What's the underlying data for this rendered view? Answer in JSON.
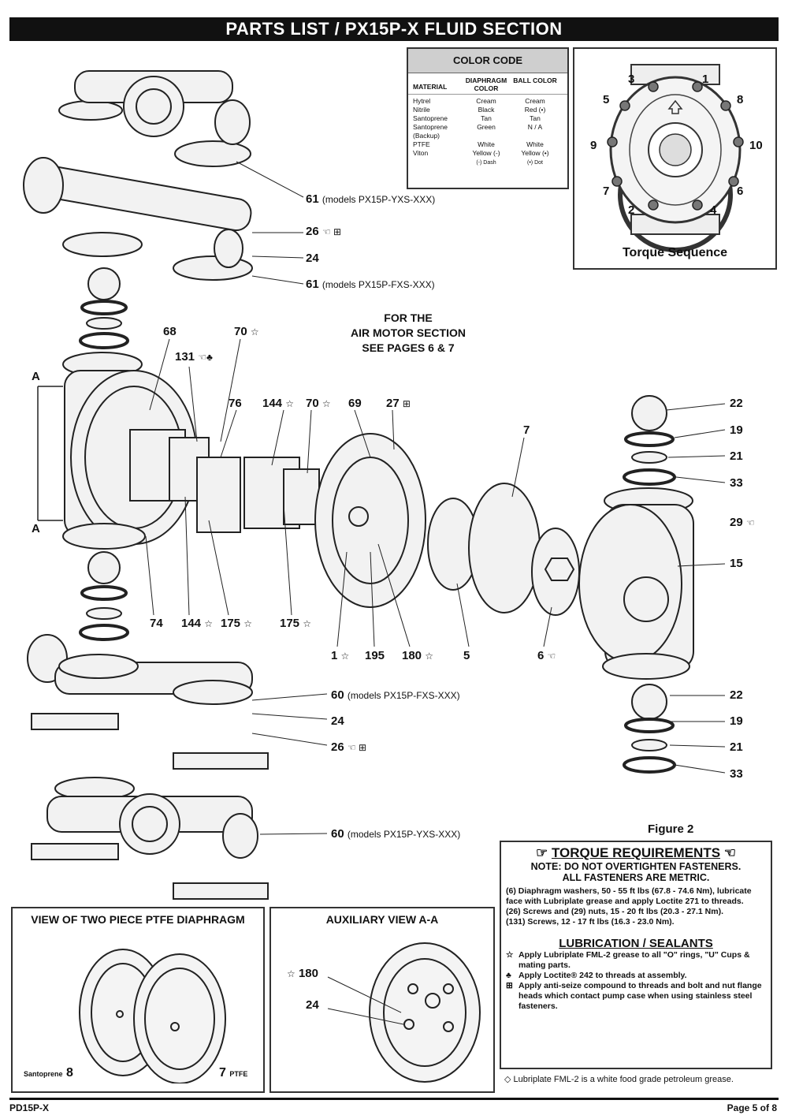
{
  "title": "PARTS LIST / PX15P-X FLUID SECTION",
  "color_code": {
    "heading": "COLOR CODE",
    "col_material": "MATERIAL",
    "col_diaphragm": "DIAPHRAGM COLOR",
    "col_ball": "BALL COLOR",
    "rows": [
      {
        "material": "Hytrel",
        "diaphragm": "Cream",
        "ball": "Cream"
      },
      {
        "material": "Nitrile",
        "diaphragm": "Black",
        "ball": "Red (•)"
      },
      {
        "material": "Santoprene",
        "diaphragm": "Tan",
        "ball": "Tan"
      },
      {
        "material": "Santoprene (Backup)",
        "diaphragm": "Green",
        "ball": "N / A"
      },
      {
        "material": "PTFE",
        "diaphragm": "White",
        "ball": "White"
      },
      {
        "material": "Viton",
        "diaphragm": "Yellow (-)",
        "ball": "Yellow (•)"
      }
    ],
    "note_dash": "(-) Dash",
    "note_dot": "(•) Dot"
  },
  "torque_sequence": {
    "caption": "Torque Sequence",
    "numbers": [
      "1",
      "2",
      "3",
      "4",
      "5",
      "6",
      "7",
      "8",
      "9",
      "10"
    ]
  },
  "air_motor_note": [
    "FOR THE",
    "AIR MOTOR SECTION",
    "SEE PAGES 6 & 7"
  ],
  "callouts": {
    "c61a": "61",
    "c61a_model": "(models PX15P-YXS-XXX)",
    "c26a": "26",
    "c24a": "24",
    "c61b": "61",
    "c61b_model": "(models PX15P-FXS-XXX)",
    "c68": "68",
    "c70a": "70",
    "c131": "131",
    "c76": "76",
    "c144a": "144",
    "c70b": "70",
    "c69": "69",
    "c27": "27",
    "c7": "7",
    "c22a": "22",
    "c19a": "19",
    "c21a": "21",
    "c33a": "33",
    "c29": "29",
    "c15": "15",
    "cA1": "A",
    "cA2": "A",
    "c74": "74",
    "c144b": "144",
    "c175a": "175",
    "c175b": "175",
    "c1": "1",
    "c195": "195",
    "c180": "180",
    "c5": "5",
    "c6": "6",
    "c60a": "60",
    "c60a_model": "(models PX15P-FXS-XXX)",
    "c24b": "24",
    "c26b": "26",
    "c22b": "22",
    "c19b": "19",
    "c21b": "21",
    "c33b": "33",
    "c60b": "60",
    "c60b_model": "(models PX15P-YXS-XXX)"
  },
  "figure_label": "Figure 2",
  "torque_requirements": {
    "heading": "TORQUE REQUIREMENTS",
    "note1": "NOTE: DO NOT OVERTIGHTEN FASTENERS.",
    "note2": "ALL FASTENERS ARE METRIC.",
    "items": [
      "(6) Diaphragm washers, 50 - 55 ft lbs (67.8 - 74.6 Nm), lubricate face with Lubriplate grease and apply Loctite 271 to threads.",
      "(26) Screws and (29) nuts, 15 - 20 ft lbs (20.3 - 27.1 Nm).",
      "(131) Screws, 12 - 17 ft lbs (16.3 - 23.0 Nm)."
    ],
    "lub_heading": "LUBRICATION / SEALANTS",
    "lub_items": [
      {
        "sym": "☆",
        "text": "Apply Lubriplate FML-2 grease to all \"O\" rings, \"U\" Cups & mating parts."
      },
      {
        "sym": "♣",
        "text": "Apply Loctite® 242 to threads at assembly."
      },
      {
        "sym": "⊞",
        "text": "Apply anti-seize compound to threads and bolt and nut flange heads which contact pump case when using stainless steel fasteners."
      }
    ]
  },
  "lubriplate_note": "◇ Lubriplate FML-2 is a white food grade petroleum grease.",
  "ptfe_view": {
    "title": "VIEW OF TWO PIECE PTFE DIAPHRAGM",
    "left_label": "Santoprene",
    "left_num": "8",
    "right_num": "7",
    "right_label": "PTFE"
  },
  "aux_view": {
    "title": "AUXILIARY VIEW A-A",
    "c180": "180",
    "c24": "24"
  },
  "footer": {
    "left": "PD15P-X",
    "right": "Page 5 of 8"
  }
}
